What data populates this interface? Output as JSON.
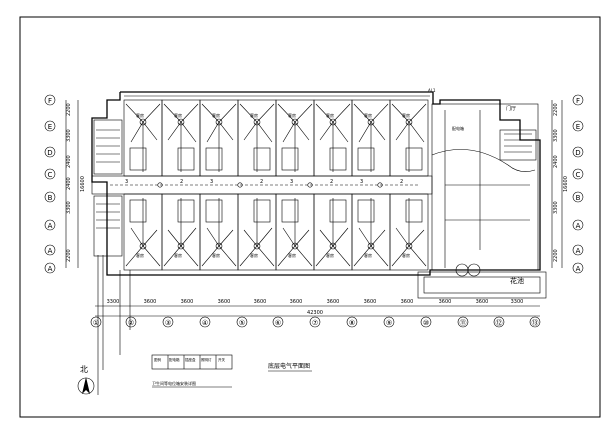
{
  "drawing": {
    "title": "底层电气平面图",
    "north_label": "北",
    "legend_caption": "卫生间等电位箱安装详图",
    "legend_cells": [
      "图例",
      "配电箱",
      "插座盒",
      "照明灯",
      "开关"
    ],
    "total_dimension": "42300",
    "depth_dimension": "16600",
    "label_flower_bed": "花池",
    "label_room_corner": "门厅",
    "label_distribution": "AL1",
    "label_meter_box": "配电箱"
  },
  "axes_bottom": [
    "①",
    "②",
    "③",
    "④",
    "⑤",
    "⑥",
    "⑦",
    "⑧",
    "⑨",
    "⑩",
    "⑪",
    "⑫",
    "⑬"
  ],
  "axes_side": [
    "F",
    "E",
    "D",
    "C",
    "B",
    "A"
  ],
  "bay_dims": [
    "3300",
    "3600",
    "3600",
    "3600",
    "3600",
    "3600",
    "3600",
    "3600",
    "3600",
    "3600",
    "3600",
    "3300"
  ],
  "side_dims": [
    "2200",
    "3300",
    "2400",
    "2400",
    "3300",
    "2200"
  ],
  "room_labels": [
    "客房",
    "客房",
    "客房",
    "客房",
    "客房",
    "客房",
    "客房",
    "客房",
    "客房",
    "客房",
    "客房",
    "客房",
    "客房",
    "客房",
    "客房",
    "客房"
  ],
  "corridor_numbers": [
    "2",
    "3",
    "2",
    "3",
    "2",
    "3",
    "2",
    "3"
  ]
}
